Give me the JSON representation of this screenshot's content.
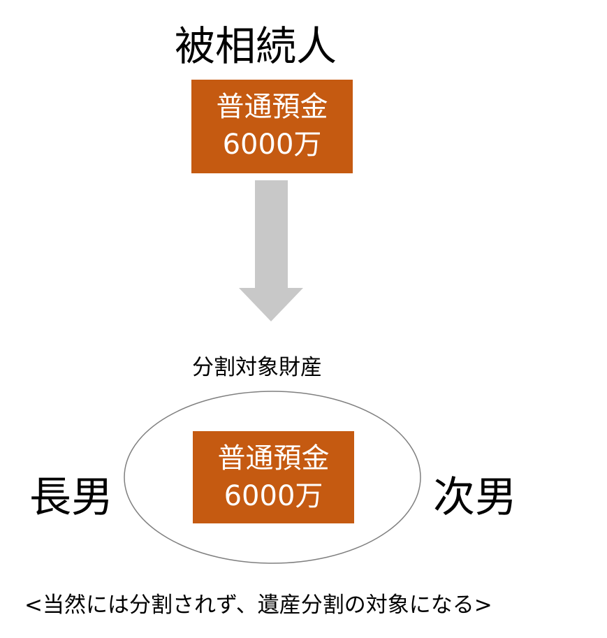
{
  "decedent": {
    "title": "被相続人",
    "asset": {
      "name": "普通預金",
      "amount": "6000万"
    }
  },
  "arrow": {
    "color": "#c8c8c8",
    "icon": "down-arrow-icon"
  },
  "division": {
    "label": "分割対象財産",
    "asset": {
      "name": "普通預金",
      "amount": "6000万"
    },
    "ellipse_color": "#7f7f7f"
  },
  "heirs": {
    "left": "長男",
    "right": "次男"
  },
  "note": "<当然には分割されず、遺産分割の対象になる>",
  "colors": {
    "asset_box": "#c55a11",
    "asset_text": "#ffffff"
  }
}
